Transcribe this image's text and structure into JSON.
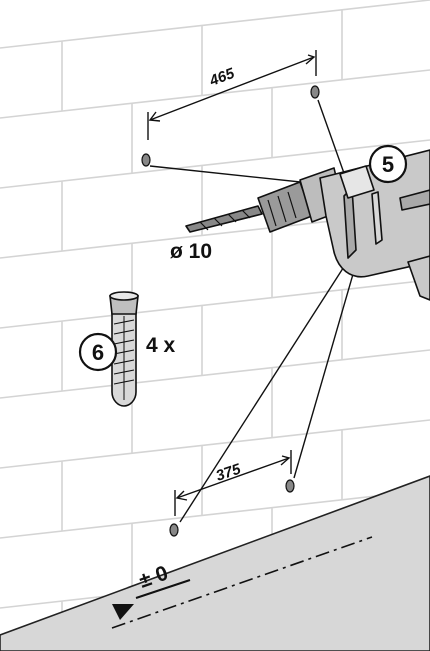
{
  "dimensions": {
    "top_spacing": "465",
    "bottom_spacing": "375"
  },
  "drill": {
    "step_number": "5",
    "bit_diameter": "ø 10"
  },
  "anchor": {
    "step_number": "6",
    "quantity": "4 x"
  },
  "reference": {
    "level_label": "± 0"
  },
  "colors": {
    "wall": "#ffffff",
    "brick_line": "#d4d4d4",
    "floor": "#d7d7d7",
    "drill_body": "#c9c9c9",
    "ink": "#111111"
  }
}
